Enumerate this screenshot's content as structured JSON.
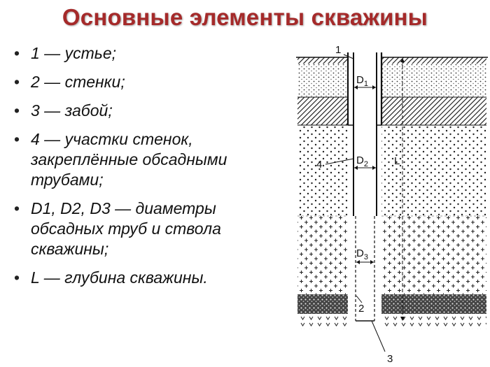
{
  "title": "Основные элементы скважины",
  "bullets": [
    {
      "text": "1 — устье;"
    },
    {
      "text": " 2 — стенки;"
    },
    {
      "text": " 3 — забой;"
    },
    {
      "text": "4 — участки стенок,\nзакреплённые обсадными\nтрубами;"
    },
    {
      "text": "D1, D2, D3 — диаметры\nобсадных труб и ствола\nскважины;"
    },
    {
      "text": "L — глубина скважины."
    }
  ],
  "diagram": {
    "label_1": "1",
    "label_2": "2",
    "label_3": "3",
    "label_4": "4",
    "label_D": "D",
    "sub_1": "1",
    "sub_2": "2",
    "sub_3": "3",
    "label_L": "L"
  },
  "colors": {
    "title": "#a52a2a",
    "text": "#111111"
  }
}
